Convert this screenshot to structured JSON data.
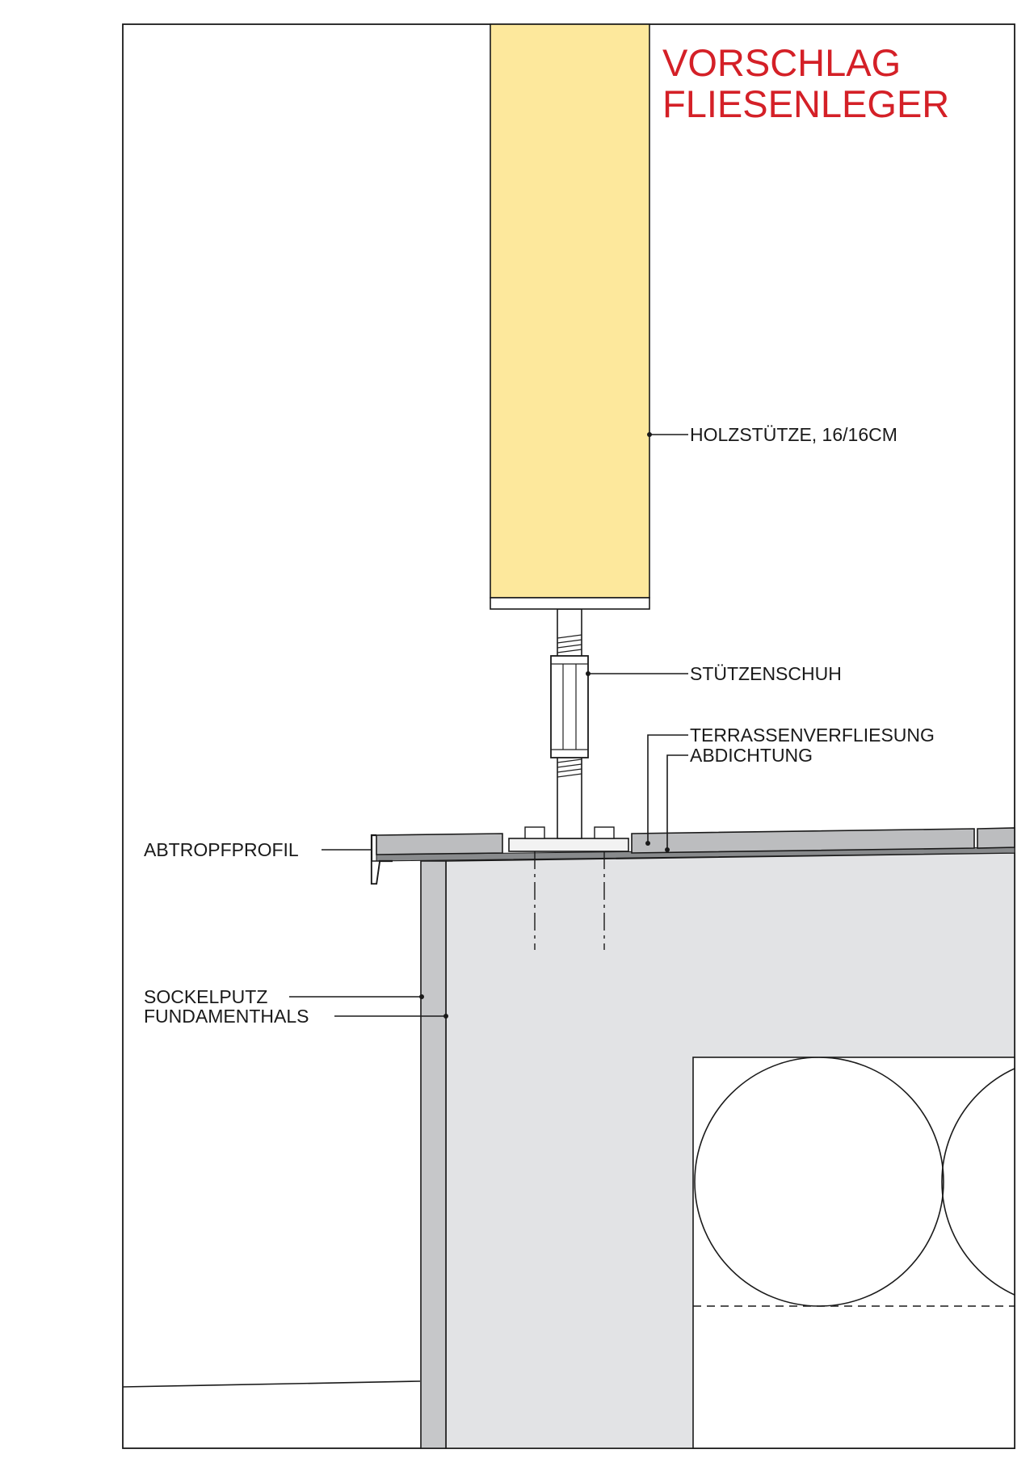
{
  "title": {
    "line1": "VORSCHLAG",
    "line2": "FLIESENLEGER"
  },
  "labels": {
    "holzstuetze": "HOLZSTÜTZE, 16/16CM",
    "stuetzenschuh": "STÜTZENSCHUH",
    "terrassenverfliesung": "TERRASSENVERFLIESUNG",
    "abdichtung": "ABDICHTUNG",
    "abtropfprofil": "ABTROPFPROFIL",
    "sockelputz": "SOCKELPUTZ",
    "fundamenthals": "FUNDAMENTHALS"
  },
  "colors": {
    "title": "#d42027",
    "timber": "#fde89c",
    "concrete": "#e2e3e5",
    "plaster": "#c6c7c9",
    "tile": "#bcbdbf",
    "line": "#1a1a1a"
  }
}
